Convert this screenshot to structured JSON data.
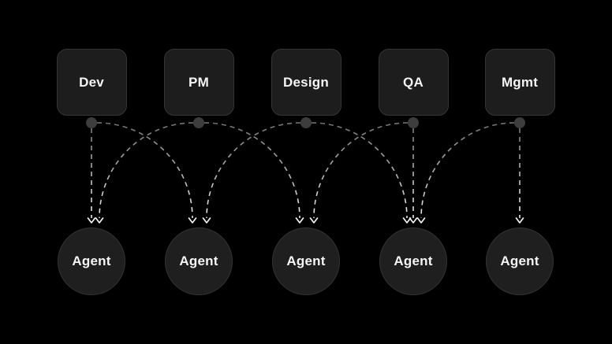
{
  "diagram": {
    "title": "roles-to-agents-mapping",
    "top_nodes": [
      {
        "id": "dev",
        "label": "Dev"
      },
      {
        "id": "pm",
        "label": "PM"
      },
      {
        "id": "design",
        "label": "Design"
      },
      {
        "id": "qa",
        "label": "QA"
      },
      {
        "id": "mgmt",
        "label": "Mgmt"
      }
    ],
    "bottom_nodes": [
      {
        "id": "agent-1",
        "label": "Agent"
      },
      {
        "id": "agent-2",
        "label": "Agent"
      },
      {
        "id": "agent-3",
        "label": "Agent"
      },
      {
        "id": "agent-4",
        "label": "Agent"
      },
      {
        "id": "agent-5",
        "label": "Agent"
      }
    ],
    "connections": [
      {
        "from": "dev",
        "to": "agent-1",
        "shape": "straight"
      },
      {
        "from": "pm",
        "to": "agent-1",
        "shape": "arc"
      },
      {
        "from": "dev",
        "to": "agent-2",
        "shape": "arc"
      },
      {
        "from": "design",
        "to": "agent-2",
        "shape": "arc"
      },
      {
        "from": "pm",
        "to": "agent-3",
        "shape": "arc"
      },
      {
        "from": "qa",
        "to": "agent-3",
        "shape": "arc"
      },
      {
        "from": "design",
        "to": "agent-4",
        "shape": "arc"
      },
      {
        "from": "qa",
        "to": "agent-4",
        "shape": "straight"
      },
      {
        "from": "mgmt",
        "to": "agent-4",
        "shape": "arc"
      },
      {
        "from": "mgmt",
        "to": "agent-5",
        "shape": "straight"
      }
    ],
    "colors": {
      "background": "#000000",
      "node_fill": "#1d1d1d",
      "node_border": "#343434",
      "label": "#f5f5f5",
      "connector_start": "#6e6e6e",
      "connector_end": "#f2f2f2",
      "anchor_dot": "#3d3d3d"
    }
  }
}
